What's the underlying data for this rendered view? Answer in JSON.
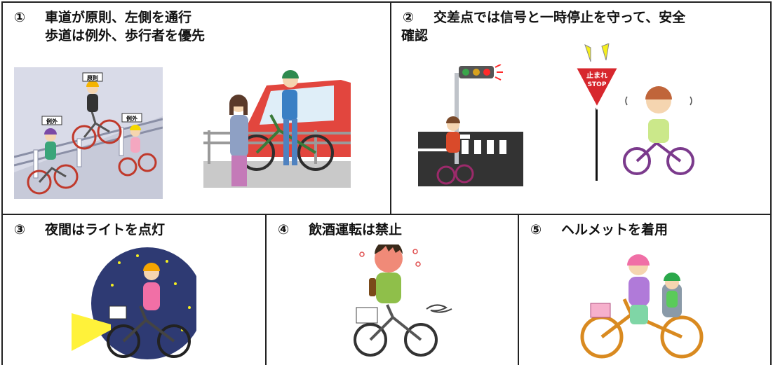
{
  "rules": [
    {
      "num": "①",
      "line1": "車道が原則、左側を通行",
      "line2": "歩道は例外、歩行者を優先"
    },
    {
      "num": "②",
      "line1": "交差点では信号と一時停止を守って、安全",
      "line2": "確認"
    },
    {
      "num": "③",
      "line1": "夜間はライトを点灯"
    },
    {
      "num": "④",
      "line1": "飲酒運転は禁止"
    },
    {
      "num": "⑤",
      "line1": "ヘルメットを着用"
    }
  ],
  "signs": {
    "gensoku": "原則",
    "reigai_left": "例外",
    "reigai_right": "例外",
    "tomare": "止まれ",
    "stop": "STOP"
  },
  "colors": {
    "border": "#222222",
    "night_sky": "#2e3a73",
    "light_beam": "#fff23a",
    "stop_sign": "#d7272d",
    "car": "#e2463e",
    "road": "#333333"
  }
}
